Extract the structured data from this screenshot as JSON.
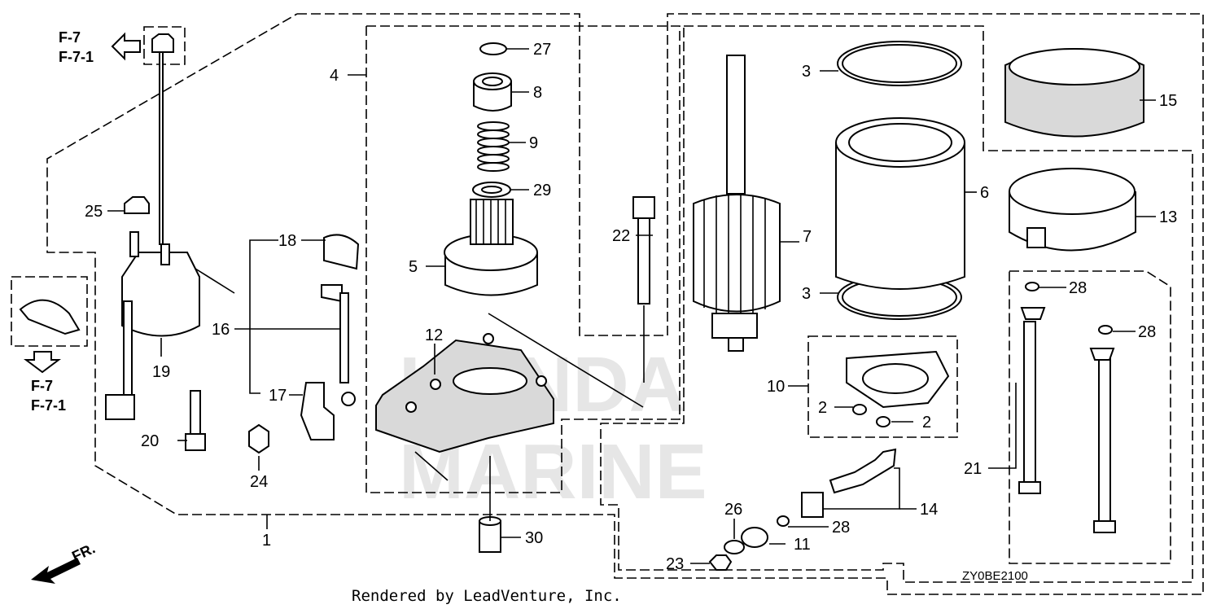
{
  "watermark": {
    "line1": "HONDA",
    "line2": "MARINE"
  },
  "references": {
    "top": [
      "F-7",
      "F-7-1"
    ],
    "bottom": [
      "F-7",
      "F-7-1"
    ]
  },
  "front_marker": "FR.",
  "credit": "Rendered by LeadVenture, Inc.",
  "diagram_code": "ZY0BE2100",
  "callouts": [
    "27",
    "8",
    "9",
    "29",
    "5",
    "4",
    "12",
    "3",
    "7",
    "6",
    "3",
    "15",
    "13",
    "22",
    "25",
    "18",
    "16",
    "19",
    "20",
    "17",
    "24",
    "1",
    "10",
    "2",
    "2",
    "28",
    "28",
    "21",
    "14",
    "26",
    "28",
    "11",
    "23",
    "30"
  ]
}
